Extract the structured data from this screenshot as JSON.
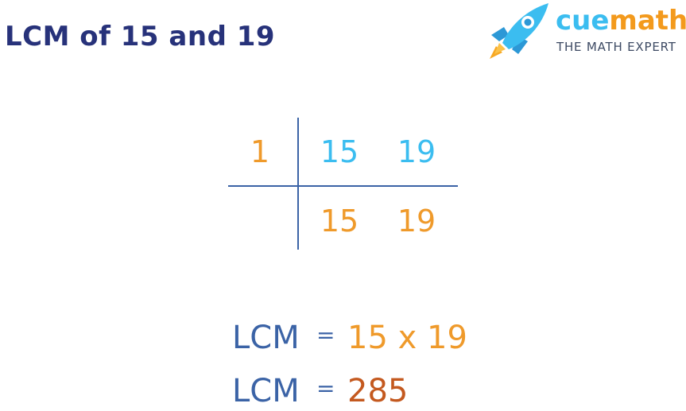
{
  "title": "LCM of 15 and 19",
  "logo": {
    "brand_cue": "cue",
    "brand_math": "math",
    "tagline": "THE MATH EXPERT",
    "icon": "rocket-icon",
    "colors": {
      "cue": "#3bbdf0",
      "math": "#f39a1d",
      "tagline": "#3d4a63"
    }
  },
  "division": {
    "divisor": "1",
    "row1": [
      "15",
      "19"
    ],
    "row2": [
      "15",
      "19"
    ]
  },
  "result": {
    "line1": {
      "label": "LCM",
      "equals": "=",
      "expression": "15 x 19"
    },
    "line2": {
      "label": "LCM",
      "equals": "=",
      "value": "285"
    }
  },
  "colors": {
    "title": "#27327a",
    "lines": "#3b63a6",
    "orange": "#ef9a2b",
    "blue": "#3bbdf0",
    "answer": "#c4591f"
  }
}
